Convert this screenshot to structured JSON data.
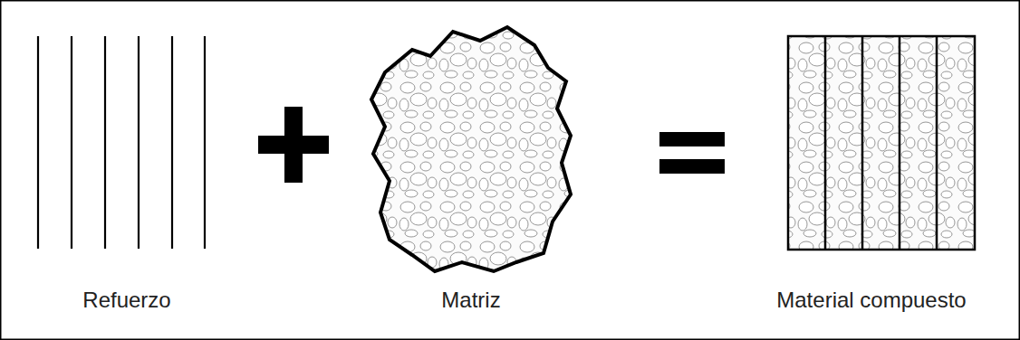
{
  "diagram": {
    "labels": [
      "Refuerzo",
      "Matriz",
      "Material compuesto"
    ]
  }
}
